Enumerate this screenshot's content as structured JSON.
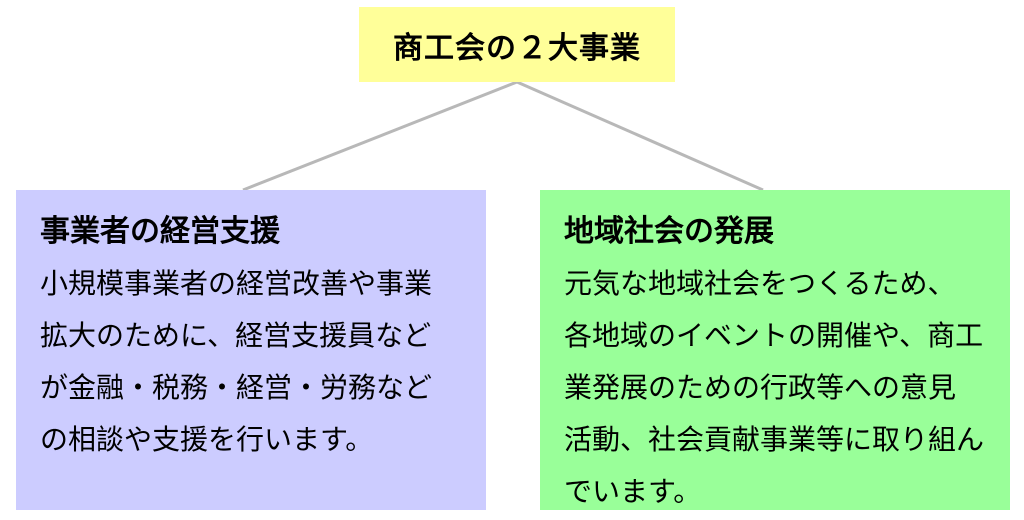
{
  "colors": {
    "root_fill": "#ffff99",
    "left_fill": "#ccccff",
    "right_fill": "#99ff99",
    "connector": "#b8b8b8"
  },
  "root": {
    "title": "商工会の２大事業"
  },
  "branches": [
    {
      "title": "事業者の経営支援",
      "body": "小規模事業者の経営改善や事業\n拡大のために、経営支援員など\nが金融・税務・経営・労務など\nの相談や支援を行います。"
    },
    {
      "title": "地域社会の発展",
      "body": "元気な地域社会をつくるため、\n各地域のイベントの開催や、商工\n業発展のための行政等への意見\n活動、社会貢献事業等に取り組ん\nでいます。"
    }
  ]
}
